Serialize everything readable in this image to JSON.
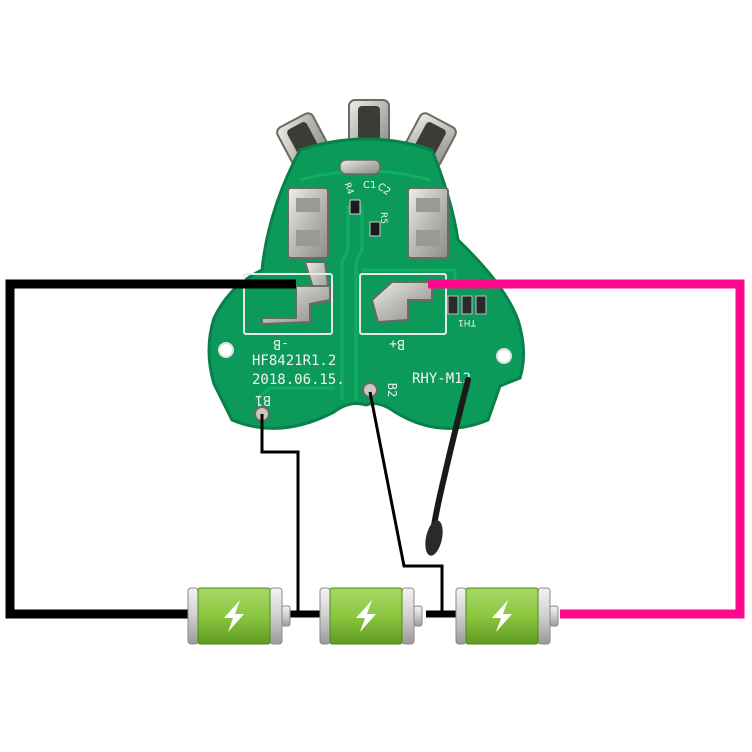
{
  "colors": {
    "pcb": "#0b9a5a",
    "pcb_edge": "#08804a",
    "trace": "#12b06a",
    "pad_metal": "#c9c9c3",
    "negative_wire": "#000000",
    "positive_wire": "#ff0a8c",
    "sense_wire": "#000000",
    "battery_body": "#8cc63f",
    "battery_cap": "#d7d7d7",
    "bolt": "#ffffff",
    "thermistor": "#1a1a1a"
  },
  "pcb": {
    "model_label": "HF8421R1.2",
    "date_label": "2018.06.15.",
    "brand_label": "RHY-M12",
    "neg_label": "-B",
    "pos_label": "B+",
    "b1_label": "B1",
    "b2_label": "B2",
    "c1_label": "C1",
    "c2_label": "C2",
    "r4_label": "R4",
    "r5_label": "R5",
    "thermistor_label": "TH1"
  },
  "batteries": [
    {
      "icon": "lightning-bolt-icon"
    },
    {
      "icon": "lightning-bolt-icon"
    },
    {
      "icon": "lightning-bolt-icon"
    }
  ]
}
